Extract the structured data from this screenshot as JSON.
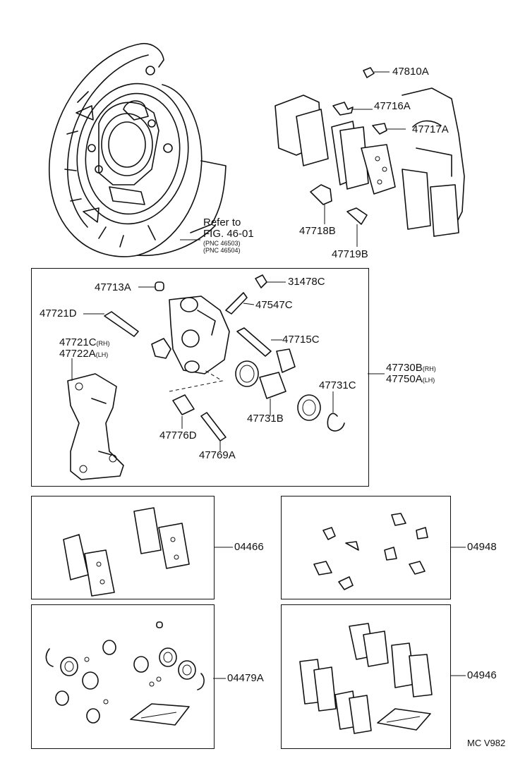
{
  "callouts": {
    "p47810A": "47810A",
    "p47716A": "47716A",
    "p47717A": "47717A",
    "p47718B": "47718B",
    "p47719B": "47719B",
    "refer_line1": "Refer to",
    "refer_line2": "FIG. 46-01",
    "refer_line3": "(PNC 46503)",
    "refer_line4": "(PNC 46504)",
    "p47713A": "47713A",
    "p31478C": "31478C",
    "p47547C": "47547C",
    "p47721D": "47721D",
    "p47721C": "47721C",
    "p47721C_side": "(RH)",
    "p47722A": "47722A",
    "p47722A_side": "(LH)",
    "p47715C": "47715C",
    "p47730B": "47730B",
    "p47730B_side": "(RH)",
    "p47750A": "47750A",
    "p47750A_side": "(LH)",
    "p47731C": "47731C",
    "p47731B": "47731B",
    "p47776D": "47776D",
    "p47769A": "47769A",
    "kit04466": "04466",
    "kit04948": "04948",
    "kit04479A": "04479A",
    "kit04946": "04946",
    "footer_code": "MC V982"
  },
  "colors": {
    "line": "#111111",
    "background": "#ffffff"
  }
}
